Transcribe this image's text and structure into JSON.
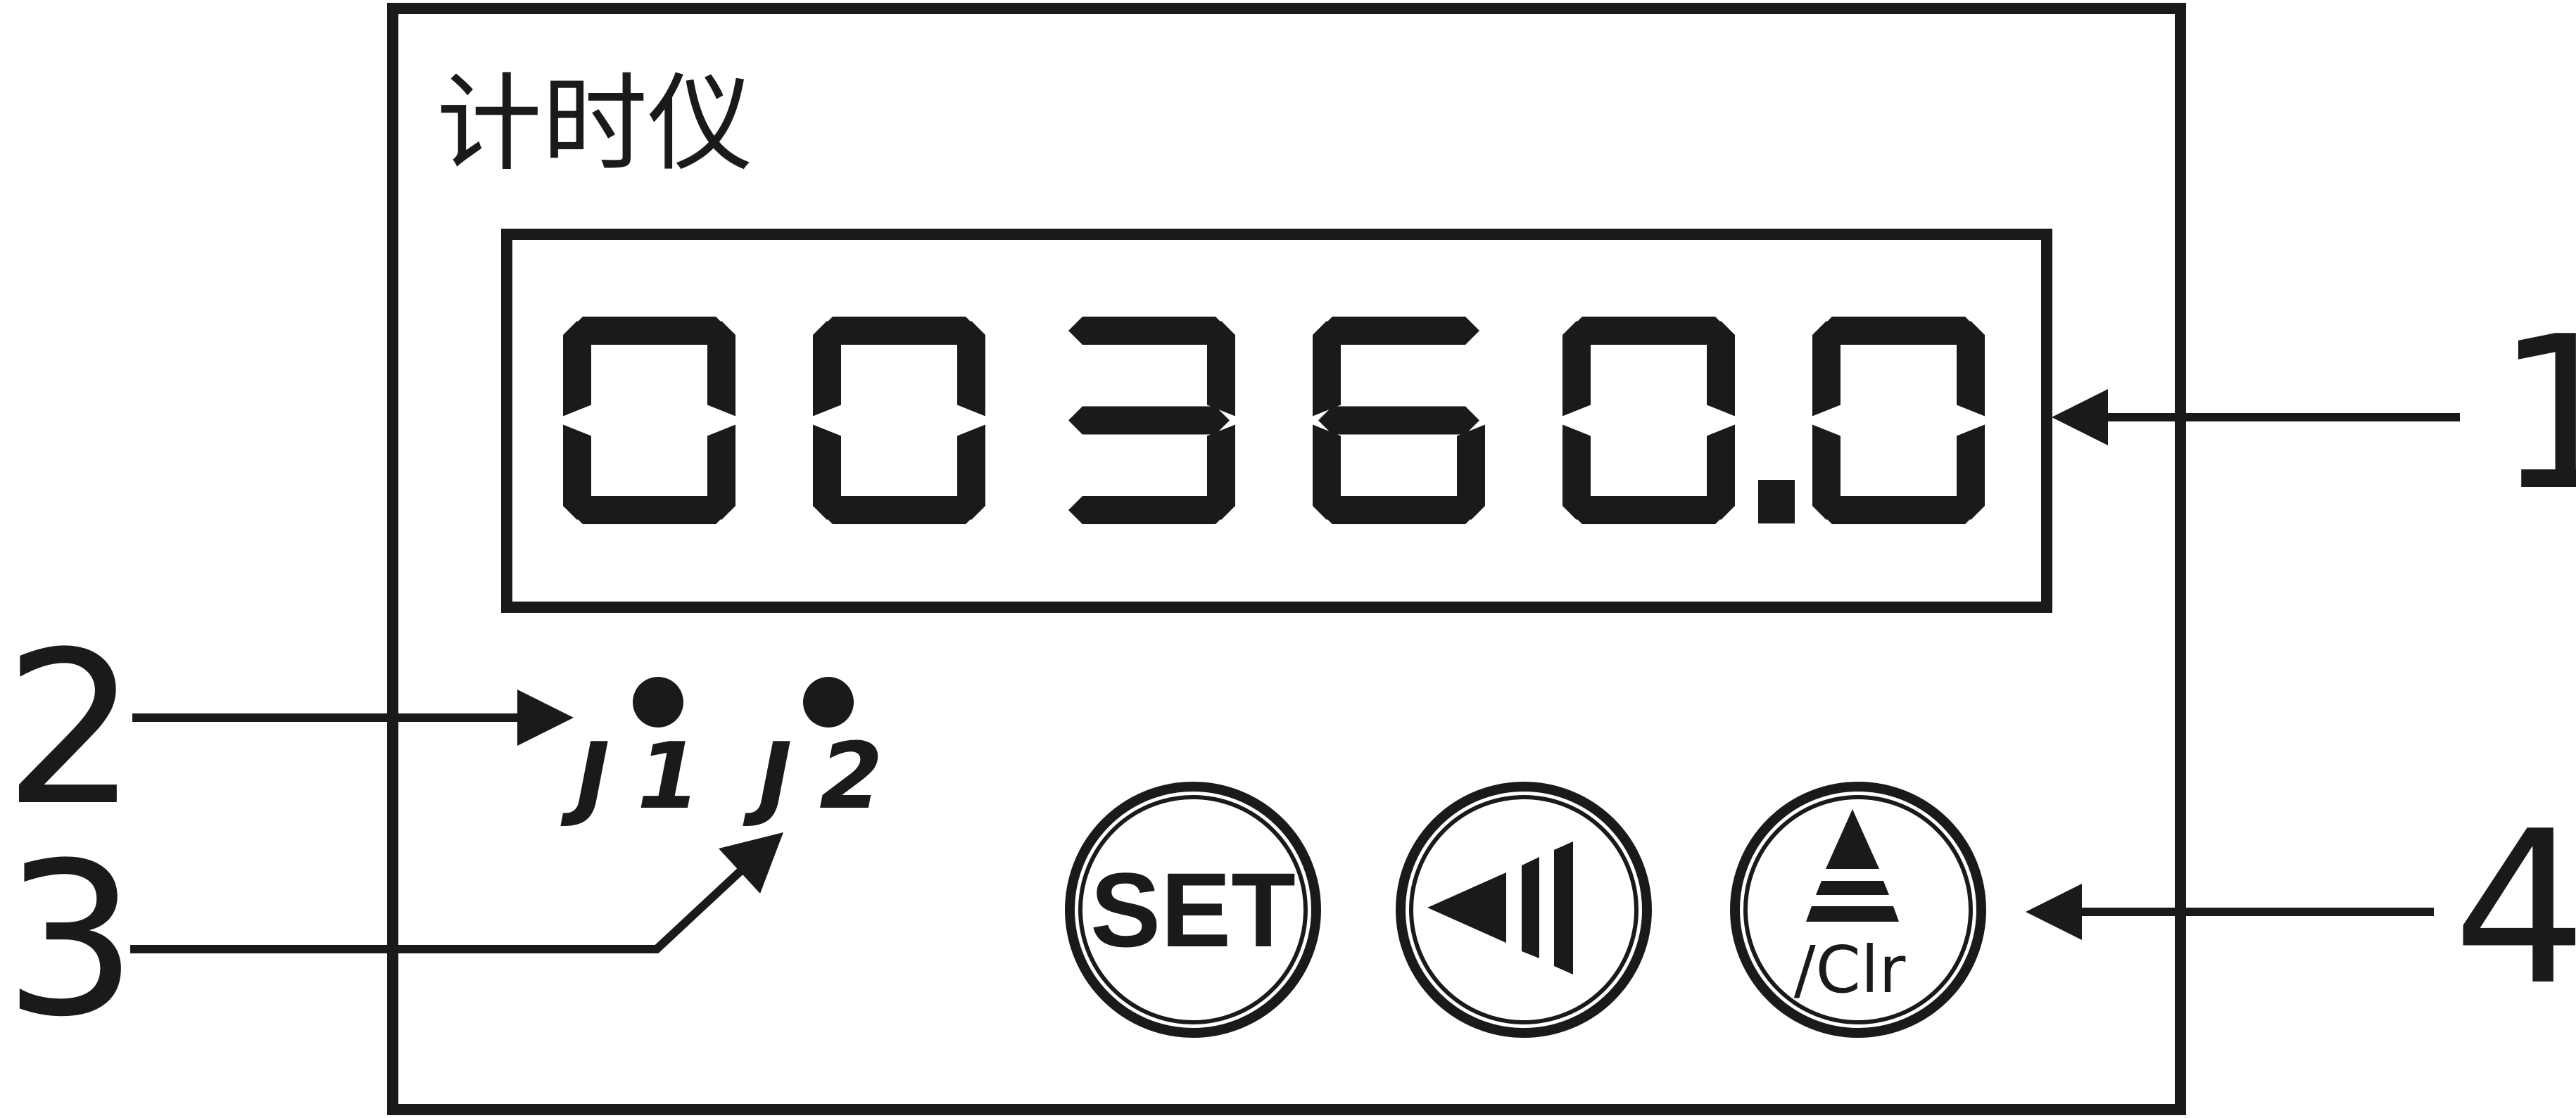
{
  "panel": {
    "title": "计时仪",
    "display": {
      "digits": [
        "0",
        "0",
        "3",
        "6",
        "0",
        "0"
      ],
      "decimal_after_index": 4,
      "value": "00360.0"
    },
    "indicators": [
      {
        "letter": "J",
        "sub": "1"
      },
      {
        "letter": "J",
        "sub": "2"
      }
    ],
    "buttons": {
      "set": {
        "label": "SET"
      },
      "shift": {
        "label": ""
      },
      "up_clr": {
        "sub_label": "/Clr"
      }
    }
  },
  "callouts": [
    "1",
    "2",
    "3",
    "4"
  ]
}
